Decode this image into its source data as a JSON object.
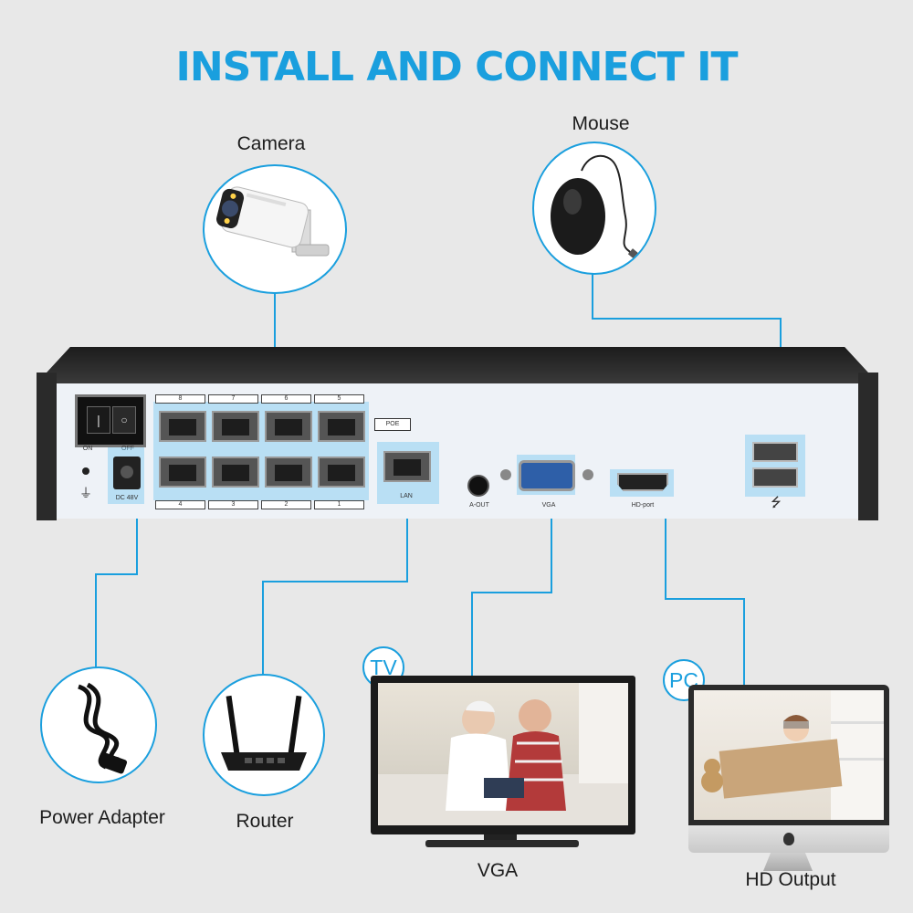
{
  "header": {
    "title": "INSTALL AND CONNECT IT",
    "title_color": "#1a9fde"
  },
  "devices": {
    "camera": "Camera",
    "mouse": "Mouse",
    "power_adapter": "Power Adapter",
    "router": "Router",
    "vga": "VGA",
    "hd_output": "HD Output"
  },
  "badges": {
    "tv": "TV",
    "pc": "PC"
  },
  "nvr": {
    "switch_on": "ON",
    "switch_off": "OFF",
    "dc_label": "DC 48V",
    "ground_symbol": "⏚",
    "poe": "POE",
    "ports_top": [
      "8",
      "7",
      "6",
      "5"
    ],
    "ports_bottom": [
      "4",
      "3",
      "2",
      "1"
    ],
    "lan": "LAN",
    "audio_out": "A-OUT",
    "vga": "VGA",
    "hd_port": "HD-port",
    "usb_symbol": "⭍"
  },
  "colors": {
    "accent": "#1a9fde",
    "nvr_top": "#2a2a2a",
    "nvr_panel": "#eef2f7"
  }
}
